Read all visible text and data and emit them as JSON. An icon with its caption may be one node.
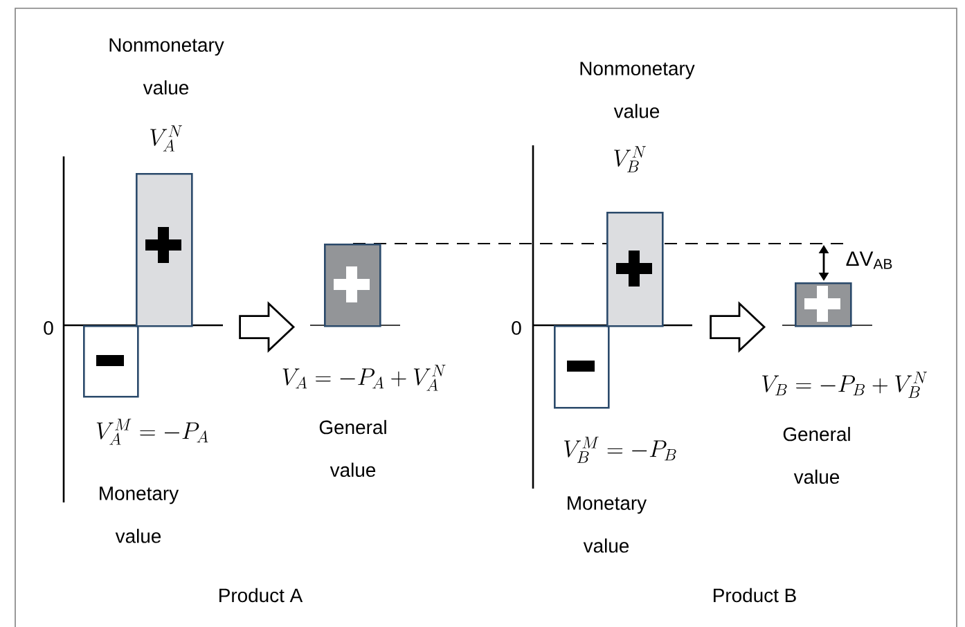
{
  "diagram": {
    "nodes": [
      {
        "text": [],
        "shape": "bar",
        "beside": [
          "V_A^M = -P_A",
          "Monetary value"
        ]
      },
      {
        "text": [],
        "shape": "bar",
        "beside": [
          "Nonmonetary value",
          "V_A^N"
        ]
      },
      {
        "text": [],
        "shape": "bar",
        "beside": [
          "V_A = -P_A + V_A^N",
          "General value"
        ]
      },
      {
        "text": [],
        "shape": "bar",
        "beside": [
          "V_B^M = -P_B",
          "Monetary value"
        ]
      },
      {
        "text": [],
        "shape": "bar",
        "beside": [
          "Nonmonetary value",
          "V_B^N"
        ]
      },
      {
        "text": [],
        "shape": "bar",
        "beside": [
          "V_B = -P_B + V_B^N",
          "General value"
        ]
      }
    ],
    "edges": [
      {
        "from": 1,
        "to": 2,
        "arrow": "to"
      },
      {
        "from": 4,
        "to": 5,
        "arrow": "to"
      }
    ],
    "labels": [
      "ΔV$_{AB}$",
      "0",
      "0",
      "Product A",
      "Product B"
    ]
  }
}
